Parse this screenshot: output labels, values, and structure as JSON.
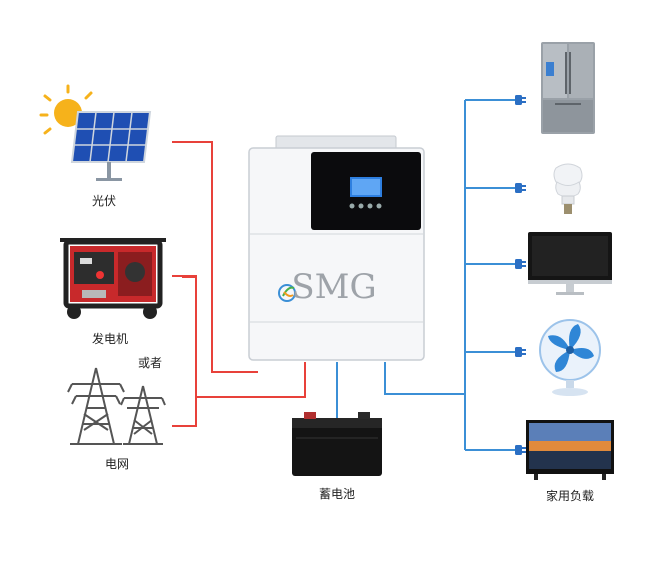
{
  "sources": {
    "solar": "光伏",
    "generator": "发电机",
    "or": "或者",
    "grid": "电网"
  },
  "inverter": {
    "brand": "SMG"
  },
  "battery": {
    "label": "蓄电池"
  },
  "loads": {
    "label": "家用负载"
  },
  "colors": {
    "ac_in_line": "#e8413a",
    "ac_out_line": "#3b8fd6"
  }
}
